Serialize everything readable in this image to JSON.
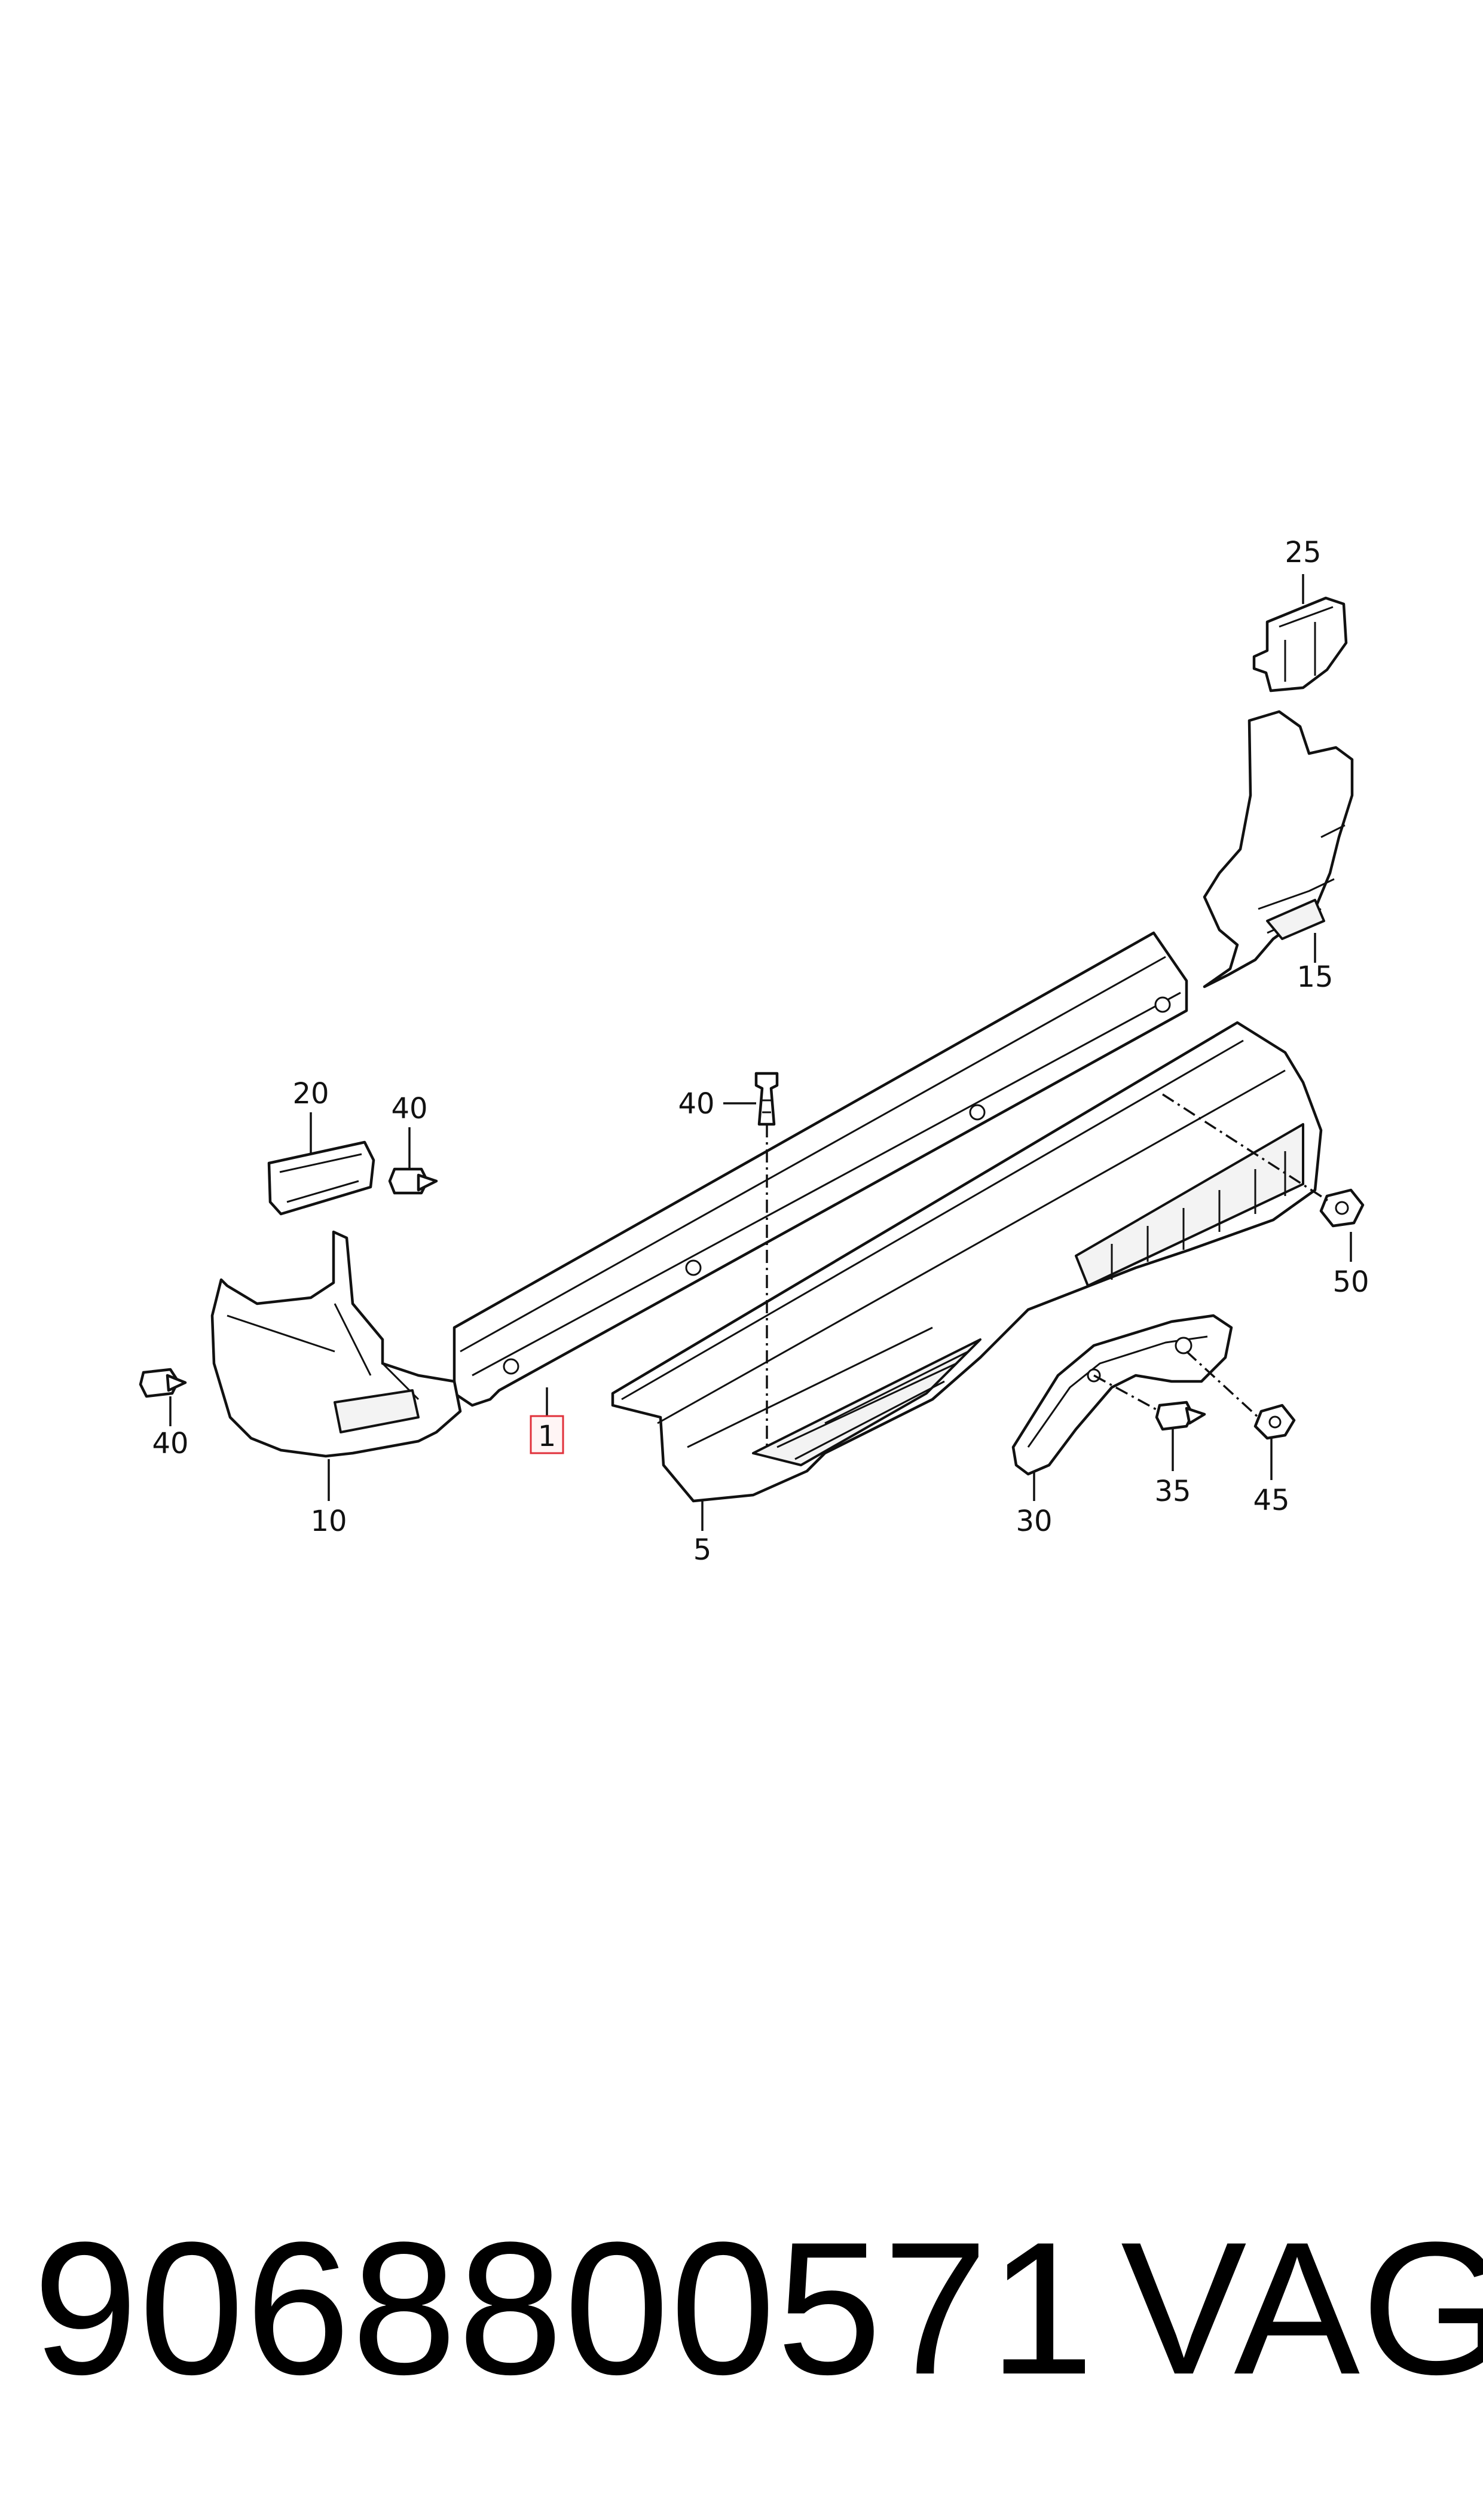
{
  "callouts": {
    "c25": "25",
    "c15": "15",
    "c20": "20",
    "c40_a": "40",
    "c40_b": "40",
    "c40_c": "40",
    "c50": "50",
    "c1": "1",
    "c10": "10",
    "c5": "5",
    "c30": "30",
    "c35": "35",
    "c45": "45"
  },
  "footer": {
    "part_number": "9068800571",
    "brand": "VAG"
  },
  "colors": {
    "highlight_box": "#e0303a",
    "line": "#111111"
  }
}
